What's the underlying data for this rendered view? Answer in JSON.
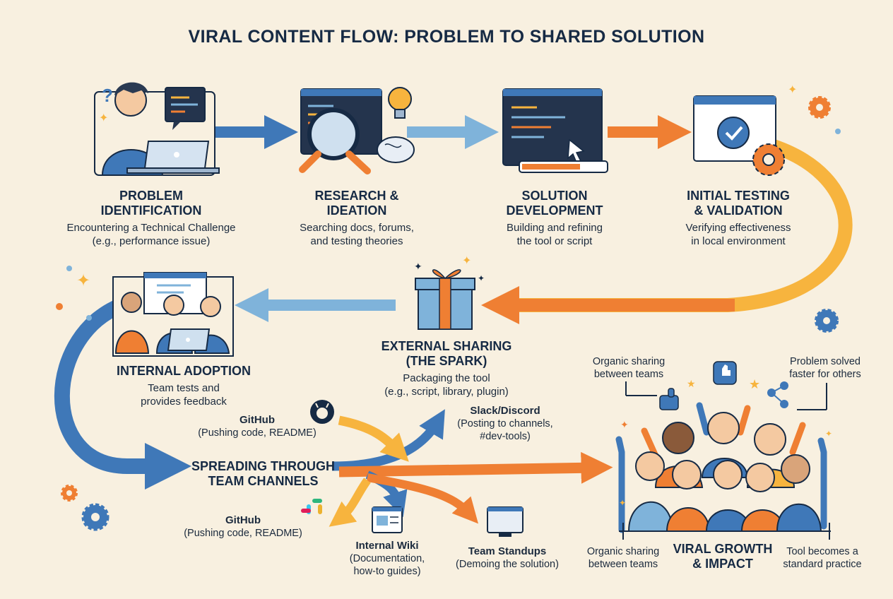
{
  "title": "VIRAL CONTENT FLOW: PROBLEM TO SHARED SOLUTION",
  "steps": {
    "problem": {
      "heading_1": "PROBLEM",
      "heading_2": "IDENTIFICATION",
      "desc_1": "Encountering a Technical Challenge",
      "desc_2": "(e.g., performance issue)"
    },
    "research": {
      "heading_1": "RESEARCH &",
      "heading_2": "IDEATION",
      "desc_1": "Searching docs, forums,",
      "desc_2": "and testing theories"
    },
    "development": {
      "heading_1": "SOLUTION",
      "heading_2": "DEVELOPMENT",
      "desc_1": "Building and refining",
      "desc_2": "the tool or script"
    },
    "testing": {
      "heading_1": "INITIAL TESTING",
      "heading_2": "& VALIDATION",
      "desc_1": "Verifying effectiveness",
      "desc_2": "in local environment"
    },
    "sharing": {
      "heading_1": "EXTERNAL SHARING",
      "heading_2": "(THE SPARK)",
      "desc_1": "Packaging the tool",
      "desc_2": "(e.g., script, library, plugin)"
    },
    "adoption": {
      "heading_1": "INTERNAL ADOPTION",
      "desc_1": "Team tests and",
      "desc_2": "provides feedback"
    },
    "spreading": {
      "heading_1": "SPREADING THROUGH",
      "heading_2": "TEAM CHANNELS"
    },
    "viral": {
      "heading_1": "VIRAL GROWTH",
      "heading_2": "& IMPACT"
    }
  },
  "channels": {
    "github_top": {
      "name": "GitHub",
      "desc": "(Pushing code, README)"
    },
    "slack": {
      "name": "Slack/Discord",
      "desc_1": "(Posting to channels,",
      "desc_2": "#dev-tools)"
    },
    "github_bottom": {
      "name": "GitHub",
      "desc": "(Pushing code, README)"
    },
    "wiki": {
      "name": "Internal Wiki",
      "desc_1": "(Documentation,",
      "desc_2": "how-to guides)"
    },
    "standups": {
      "name": "Team Standups",
      "desc": "(Demoing the solution)"
    }
  },
  "impact_notes": {
    "organic_top": {
      "line_1": "Organic sharing",
      "line_2": "between teams"
    },
    "solved": {
      "line_1": "Problem solved",
      "line_2": "faster for others"
    },
    "organic_bottom": {
      "line_1": "Organic sharing",
      "line_2": "between teams"
    },
    "standard": {
      "line_1": "Tool becomes a",
      "line_2": "standard practice"
    }
  },
  "colors": {
    "background": "#f8f0e0",
    "navy": "#162a44",
    "blue_arrow": "#3f78b8",
    "light_blue_arrow": "#7fb3da",
    "orange": "#ef7f33",
    "yellow": "#f7b43e",
    "screen": "#24344d"
  },
  "icons": [
    "question-icon",
    "laptop-icon",
    "code-window-icon",
    "magnifier-icon",
    "lightbulb-icon",
    "brain-icon",
    "cursor-icon",
    "progress-bar-icon",
    "checkmark-window-icon",
    "gear-icon",
    "gift-box-icon",
    "github-icon",
    "slack-icon",
    "wiki-page-icon",
    "monitor-icon",
    "thumbs-up-icon",
    "like-badge-icon",
    "share-icon",
    "star-icon",
    "sparkle-icon"
  ]
}
